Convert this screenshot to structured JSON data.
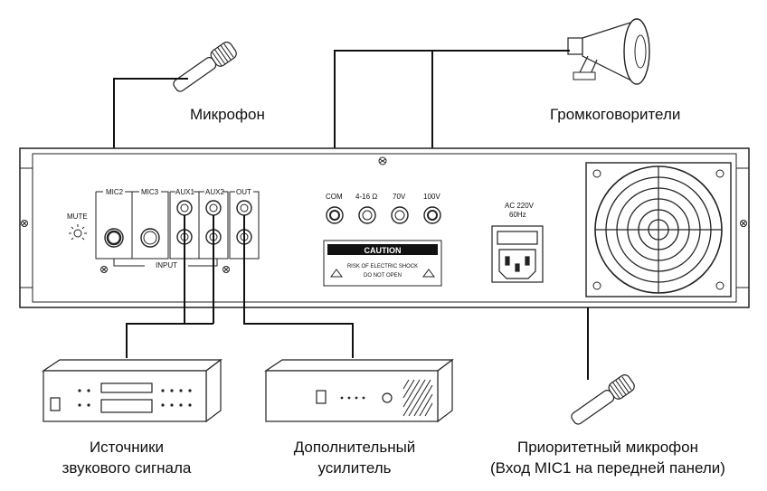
{
  "labels": {
    "microphone": "Микрофон",
    "speakers": "Громкоговорители",
    "sources_line1": "Источники",
    "sources_line2": "звукового сигнала",
    "amp_line1": "Дополнительный",
    "amp_line2": "усилитель",
    "priority_line1": "Приоритетный микрофон",
    "priority_line2": "(Вход MIC1 на передней панели)"
  },
  "panel": {
    "mute": "MUTE",
    "mic2": "MIC2",
    "mic3": "MIC3",
    "aux1": "AUX1",
    "aux2": "AUX2",
    "out": "OUT",
    "input": "INPUT",
    "com": "COM",
    "ohm": "4-16 Ω",
    "v70": "70V",
    "v100": "100V",
    "caution": "CAUTION",
    "risk": "RISK OF ELECTRIC SHOCK",
    "donot": "DO NOT OPEN",
    "ac1": "AC 220V",
    "ac2": "60Hz"
  },
  "icons": [
    "microphone-icon",
    "horn-speaker-icon",
    "fan-grille-icon",
    "power-socket-icon",
    "warning-icon",
    "screw-icon"
  ]
}
